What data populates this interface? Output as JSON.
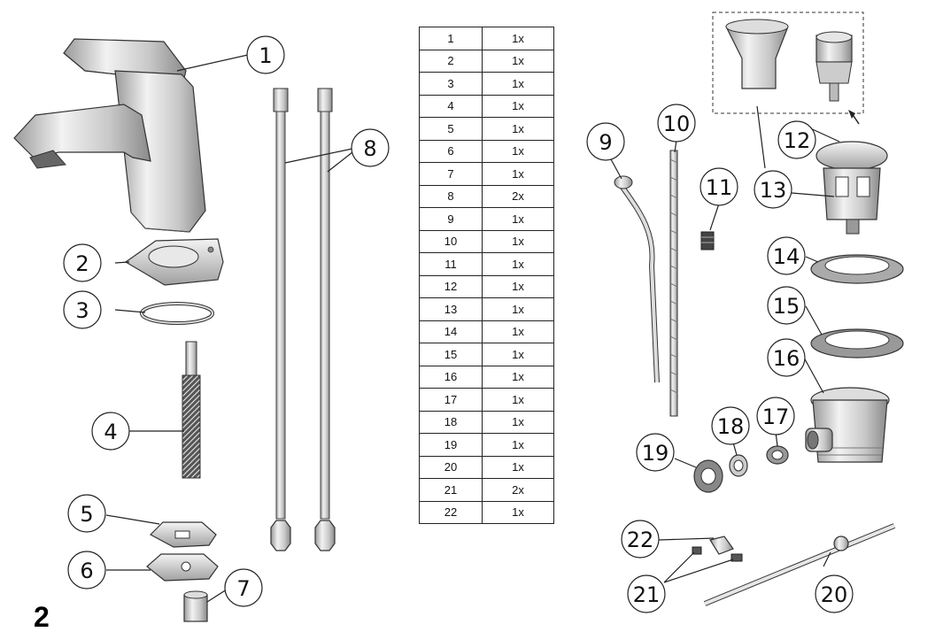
{
  "page_number": "2",
  "parts_table": [
    {
      "no": "1",
      "qty": "1x"
    },
    {
      "no": "2",
      "qty": "1x"
    },
    {
      "no": "3",
      "qty": "1x"
    },
    {
      "no": "4",
      "qty": "1x"
    },
    {
      "no": "5",
      "qty": "1x"
    },
    {
      "no": "6",
      "qty": "1x"
    },
    {
      "no": "7",
      "qty": "1x"
    },
    {
      "no": "8",
      "qty": "2x"
    },
    {
      "no": "9",
      "qty": "1x"
    },
    {
      "no": "10",
      "qty": "1x"
    },
    {
      "no": "11",
      "qty": "1x"
    },
    {
      "no": "12",
      "qty": "1x"
    },
    {
      "no": "13",
      "qty": "1x"
    },
    {
      "no": "14",
      "qty": "1x"
    },
    {
      "no": "15",
      "qty": "1x"
    },
    {
      "no": "16",
      "qty": "1x"
    },
    {
      "no": "17",
      "qty": "1x"
    },
    {
      "no": "18",
      "qty": "1x"
    },
    {
      "no": "19",
      "qty": "1x"
    },
    {
      "no": "20",
      "qty": "1x"
    },
    {
      "no": "21",
      "qty": "2x"
    },
    {
      "no": "22",
      "qty": "1x"
    }
  ],
  "callouts": [
    "1",
    "2",
    "3",
    "4",
    "5",
    "6",
    "7",
    "8",
    "9",
    "10",
    "11",
    "12",
    "13",
    "14",
    "15",
    "16",
    "17",
    "18",
    "19",
    "20",
    "21",
    "22"
  ]
}
